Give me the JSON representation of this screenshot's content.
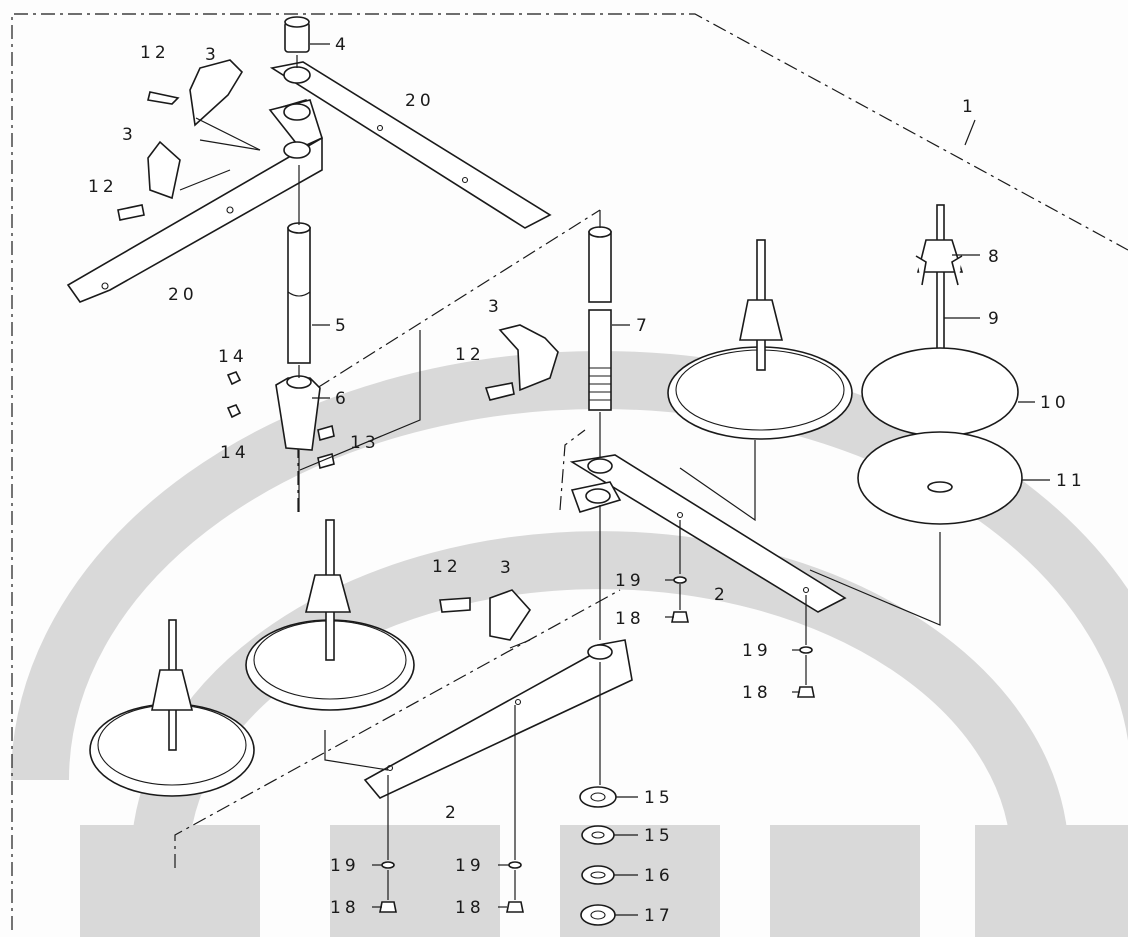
{
  "diagram": {
    "callouts": {
      "c1": "1",
      "c2a": "2",
      "c2b": "2",
      "c3a": "3",
      "c3b": "3",
      "c3c": "3",
      "c3d": "3",
      "c4": "4",
      "c5": "5",
      "c6": "6",
      "c7": "7",
      "c8": "8",
      "c9": "9",
      "c10": "10",
      "c11": "11",
      "c12a": "12",
      "c12b": "12",
      "c12c": "12",
      "c12d": "12",
      "c13": "13",
      "c14a": "14",
      "c14b": "14",
      "c15a": "15",
      "c15b": "15",
      "c16": "16",
      "c17": "17",
      "c18a": "18",
      "c18b": "18",
      "c18c": "18",
      "c18d": "18",
      "c19a": "19",
      "c19b": "19",
      "c19c": "19",
      "c19d": "19",
      "c20a": "20",
      "c20b": "20"
    }
  },
  "colors": {
    "line": "#1a1a1a",
    "watermark": "#d9d9d9",
    "paper": "#fdfdfd"
  }
}
